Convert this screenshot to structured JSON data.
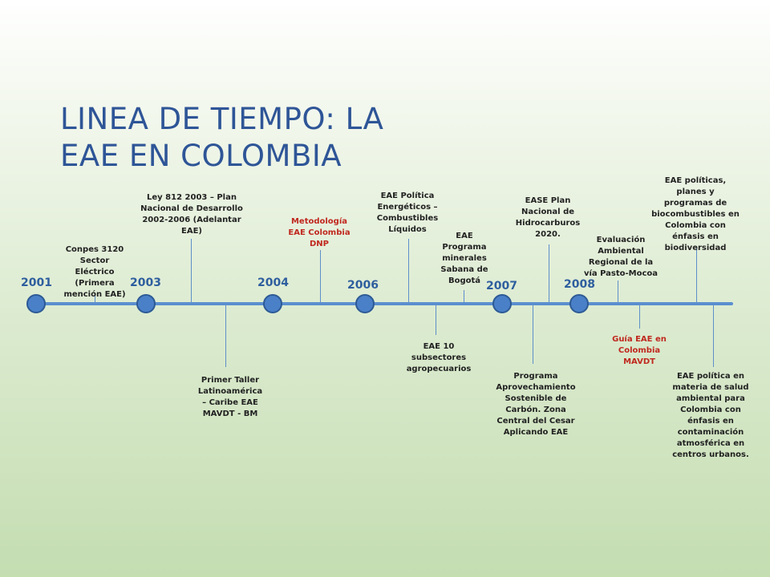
{
  "title": "LINEA DE TIEMPO: LA EAE EN COLOMBIA",
  "years": [
    "2001",
    "2003",
    "2004",
    "2006",
    "2007",
    "2008"
  ],
  "events": {
    "conpes": "Conpes 3120 Sector Eléctrico (Primera mención EAE)",
    "ley812": "Ley 812 2003 – Plan Nacional de Desarrollo 2002-2006 (Adelantar EAE)",
    "taller": "Primer Taller Latinoamérica – Caribe EAE MAVDT - BM",
    "metodologia": "Metodología EAE Colombia DNP",
    "politica_energeticos": "EAE Política Energéticos – Combustibles Líquidos",
    "subsectores": "EAE 10 subsectores agropecuarios",
    "minerales": "EAE Programa minerales Sabana de Bogotá",
    "carbon": "Programa Aprovechamiento Sostenible de Carbón. Zona Central del Cesar Aplicando EAE",
    "hidrocarburos": "EASE Plan Nacional de Hidrocarburos 2020.",
    "evaluacion_regional": "Evaluación Ambiental Regional de la vía Pasto-Mocoa",
    "guia": "Guía EAE en Colombia MAVDT",
    "biocombustibles": "EAE políticas, planes y programas de biocombustibles en Colombia con énfasis en biodiversidad",
    "salud_ambiental": "EAE política en materia de salud ambiental para Colombia con énfasis en contaminación atmosférica en centros urbanos."
  },
  "colors": {
    "title": "#2e5597",
    "axis": "#5b8fcf",
    "node": "#4a80c8",
    "year": "#2e5e9e",
    "highlight": "#c0281f",
    "text": "#222222"
  }
}
